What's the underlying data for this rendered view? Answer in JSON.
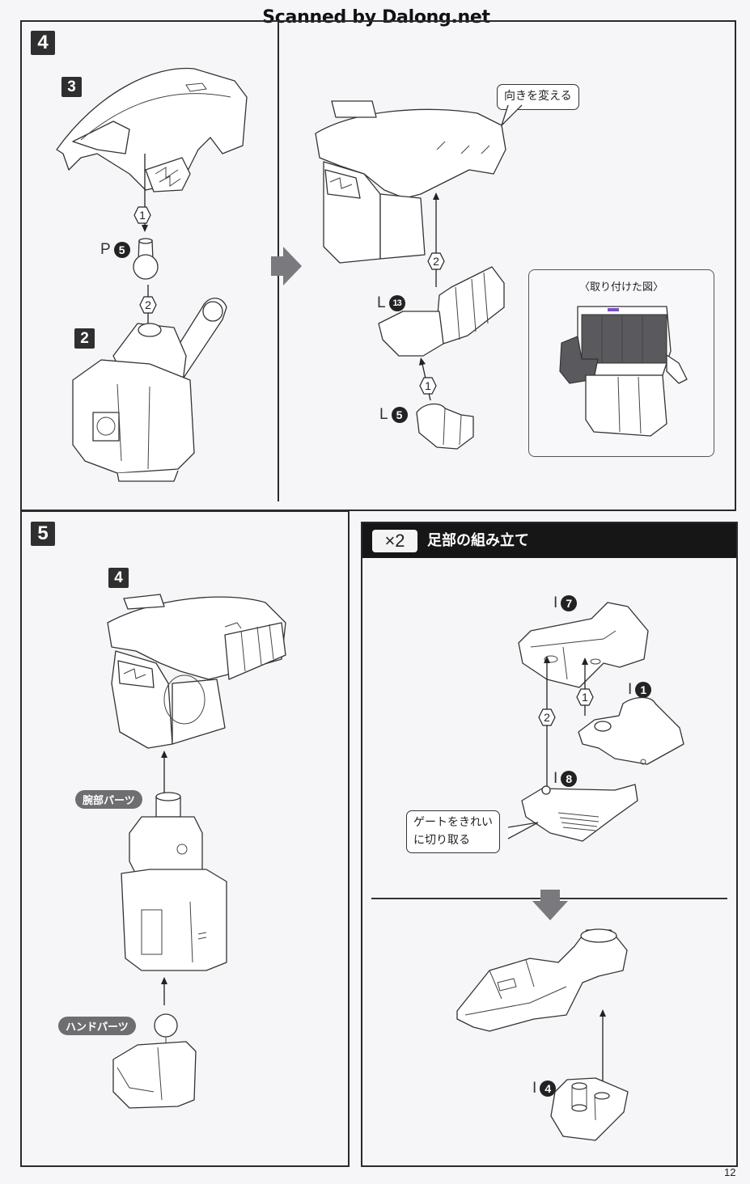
{
  "watermark": "Scanned by Dalong.net",
  "page_number": "12",
  "step4": {
    "step_number": "4",
    "left": {
      "subassembly_a": "3",
      "subassembly_b": "2",
      "part": {
        "runner": "P",
        "number": "5"
      },
      "order_1": "1",
      "order_2": "2"
    },
    "right": {
      "callout": "向きを変える",
      "part_a": {
        "runner": "L",
        "number": "13"
      },
      "part_b": {
        "runner": "L",
        "number": "5"
      },
      "order_1": "1",
      "order_2": "2",
      "result_title": "〈取り付けた図〉"
    }
  },
  "step5": {
    "step_number": "5",
    "subassembly": "4",
    "arm_label": "腕部パーツ",
    "hand_label": "ハンドパーツ"
  },
  "foot": {
    "multiplier": "×2",
    "title": "足部の組み立て",
    "parts": [
      {
        "runner": "I",
        "number": "7"
      },
      {
        "runner": "I",
        "number": "1"
      },
      {
        "runner": "I",
        "number": "8"
      },
      {
        "runner": "I",
        "number": "4"
      }
    ],
    "order_1": "1",
    "order_2": "2",
    "callout_line1": "ゲートをきれい",
    "callout_line2": "に切り取る"
  },
  "colors": {
    "badge": "#2f2f2f",
    "header_bar": "#161616",
    "pill": "#6e6e72",
    "arrow_gray": "#7a7a7e",
    "assembled_dark": "#5a5a5e"
  }
}
